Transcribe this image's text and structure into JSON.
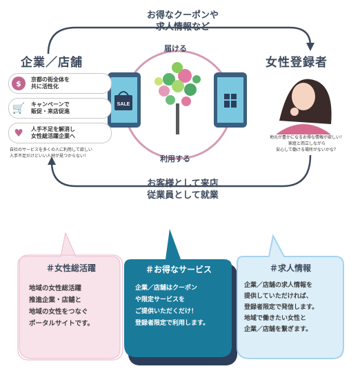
{
  "cycle": {
    "top_caption_line1": "お得なクーポンや",
    "top_caption_line2": "求人情報など",
    "bottom_caption_line1": "お客様として来店",
    "bottom_caption_line2": "従業員として就業",
    "arc_top_label": "届ける",
    "arc_bottom_label": "利用する",
    "left_title": "企業／店舗",
    "right_title": "女性登録者",
    "left_items": [
      {
        "icon": "dollar-icon",
        "line1": "京都の街全体を",
        "line2": "共に活性化",
        "color": "#c0668f"
      },
      {
        "icon": "cart-icon",
        "line1": "キャンペーンで",
        "line2": "販促・来店促進",
        "color": "#c0668f"
      },
      {
        "icon": "heart-icon",
        "line1": "人手不足を解消し",
        "line2": "女性総活躍企業へ",
        "color": "#c0668f"
      }
    ],
    "left_note_line1": "自社のサービスを多くの人に利用して欲しい",
    "left_note_line2": "人手不足だけどいい人材が見つからない！",
    "right_note_line1": "地元が豊かになるお得な情報が欲しい！",
    "right_note_line2": "家庭と両立しながら",
    "right_note_line3": "安心して働ける場所がないかな？",
    "sale_tag": "SALE"
  },
  "bubbles": [
    {
      "title": "＃女性総活躍",
      "lines": [
        "地域の女性総活躍",
        "推進企業・店舗と",
        "地域の女性をつなぐ",
        "ポータルサイトです。"
      ]
    },
    {
      "title": "＃お得なサービス",
      "lines": [
        "企業／店舗はクーポン",
        "や限定サービスを",
        "ご提供いただくだけ！",
        "登録者限定で利用します。"
      ]
    },
    {
      "title": "＃求人情報",
      "lines": [
        "企業／店舗の求人情報を",
        "提供していただければ、",
        "登録者限定で発信します。",
        "地域で働きたい女性と",
        "企業／店舗を繋ぎます。"
      ]
    }
  ],
  "colors": {
    "pink": "#c0668f",
    "navy": "#2c3e5a",
    "teal": "#1a7a9a",
    "light_pink": "#f8e3ea",
    "light_blue": "#dceef8"
  }
}
